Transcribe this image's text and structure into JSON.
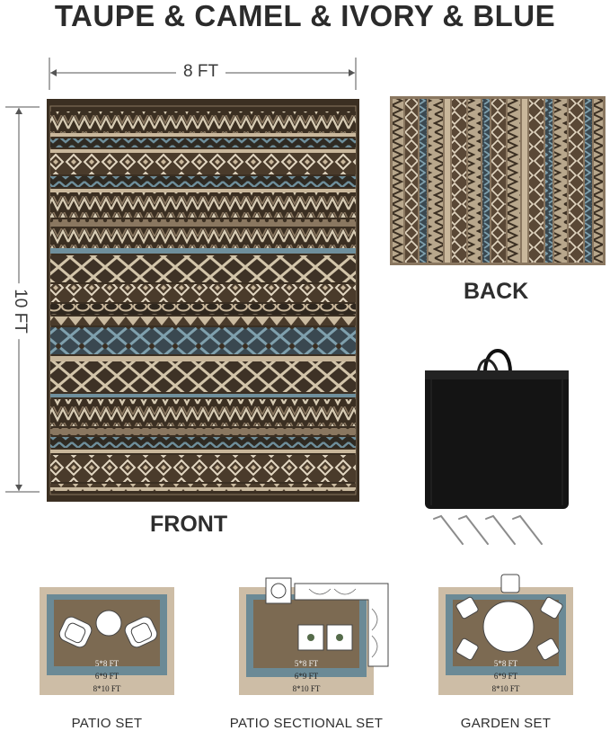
{
  "header": {
    "title": "TAUPE & CAMEL & IVORY & BLUE"
  },
  "dimensions": {
    "width_label": "8 FT",
    "height_label": "10 FT"
  },
  "views": {
    "front_label": "FRONT",
    "back_label": "BACK"
  },
  "colors": {
    "dark_brown": "#3b2f22",
    "taupe": "#8a7760",
    "camel": "#c9b79b",
    "ivory": "#e3d7c2",
    "blue": "#6f8f9c"
  },
  "accessories": {
    "bag_icon": "storage-bag-icon",
    "stake_icon": "ground-stake-icon"
  },
  "scenes": [
    {
      "name": "PATIO SET",
      "sizes": [
        "5*8 FT",
        "6*9 FT",
        "8*10 FT"
      ]
    },
    {
      "name": "PATIO SECTIONAL SET",
      "sizes": [
        "5*8 FT",
        "6*9 FT",
        "8*10 FT"
      ]
    },
    {
      "name": "GARDEN SET",
      "sizes": [
        "5*8 FT",
        "6*9 FT",
        "8*10 FT"
      ]
    }
  ]
}
